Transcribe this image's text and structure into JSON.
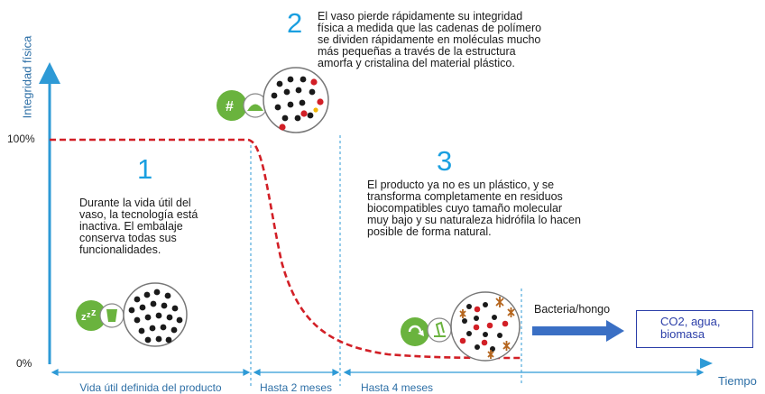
{
  "axes": {
    "y_label": "Integridad física",
    "x_label": "Tiempo",
    "y_tick_top": "100%",
    "y_tick_bottom": "0%"
  },
  "stages": [
    {
      "number": "1",
      "text": "Durante la vida útil del vaso, la tecnología está inactiva. El embalaje conserva todas sus funcionalidades."
    },
    {
      "number": "2",
      "text": "El vaso pierde rápidamente su integridad física a medida que las cadenas de polímero se dividen rápidamente en moléculas mucho más pequeñas a través de la estructura amorfa y cristalina del material plástico."
    },
    {
      "number": "3",
      "text": "El producto ya no es un plástico, y se transforma completamente en residuos biocompatibles cuyo tamaño molecular muy bajo y su naturaleza hidrófila lo hacen posible de forma natural."
    }
  ],
  "phases": [
    {
      "label": "Vida útil definida del producto"
    },
    {
      "label": "Hasta 2 meses"
    },
    {
      "label": "Hasta 4 meses"
    }
  ],
  "end_process": {
    "arrow_label": "Bacteria/hongo",
    "result_line1": "CO2, agua,",
    "result_line2": "biomasa"
  },
  "icons": {
    "stage1_badge": "sleep-zzz-icon",
    "stage1_cup": "cup-icon",
    "stage2_badge": "hash-icon",
    "stage2_pile": "residue-pile-icon",
    "stage3_badge": "recycle-icon",
    "stage3_microscope": "microscope-icon"
  },
  "colors": {
    "axis": "#2e9ad6",
    "curve": "#d21f26",
    "badge": "#6ab33e",
    "arrow": "#3a6fc4",
    "result_border": "#2b3ea8",
    "stage_number": "#1a9fe0"
  }
}
